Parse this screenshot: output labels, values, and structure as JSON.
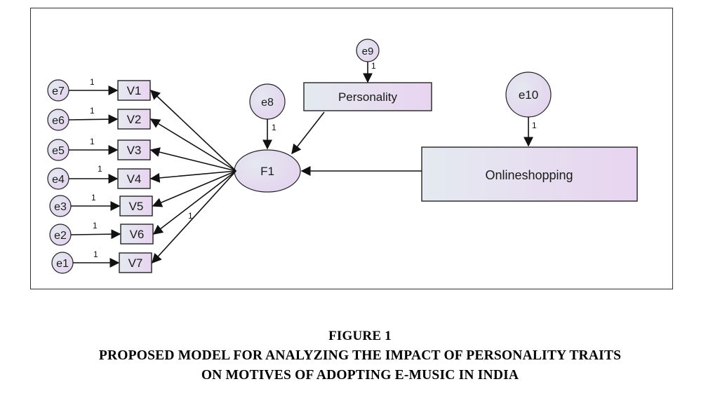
{
  "diagram": {
    "latent": "F1",
    "indicators": [
      "V1",
      "V2",
      "V3",
      "V4",
      "V5",
      "V6",
      "V7"
    ],
    "indicator_errors": [
      "e7",
      "e6",
      "e5",
      "e4",
      "e3",
      "e2",
      "e1"
    ],
    "latent_error": "e8",
    "personality": "Personality",
    "personality_error": "e9",
    "onlineshopping": "Onlineshopping",
    "onlineshopping_error": "e10",
    "weight_label": "1",
    "fill_colors": {
      "box_start": "#e4eaf0",
      "box_end": "#e8d4f0",
      "stroke": "#222222"
    }
  },
  "caption": {
    "line1": "FIGURE 1",
    "line2": "PROPOSED MODEL FOR ANALYZING THE IMPACT OF PERSONALITY TRAITS",
    "line3": "ON MOTIVES OF ADOPTING E-MUSIC IN INDIA"
  }
}
